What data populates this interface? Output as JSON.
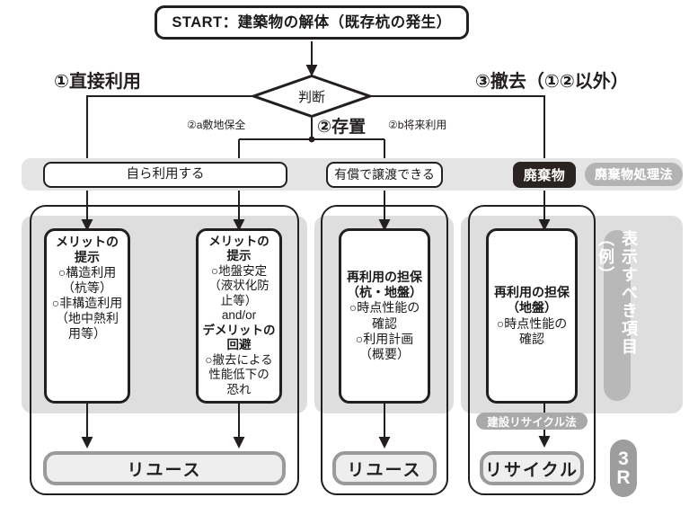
{
  "diagram": {
    "title_node": "START：建築物の解体（既存杭の発生）",
    "decision": "判断",
    "branches": {
      "left": "①直接利用",
      "middle": "②存置",
      "right": "③撤去（①②以外）",
      "sub_a": "②a敷地保全",
      "sub_b": "②b将来利用"
    },
    "status_nodes": {
      "self_use": "自ら利用する",
      "paid_transfer": "有償で譲渡できる",
      "waste": "廃棄物",
      "waste_law": "廃棄物処理法"
    },
    "detail_boxes": [
      {
        "id": "merit-structural",
        "lines": [
          {
            "text": "メリットの",
            "bold": true
          },
          {
            "text": "提示",
            "bold": true
          },
          {
            "text": "○構造利用",
            "bold": false
          },
          {
            "text": "（杭等）",
            "bold": false
          },
          {
            "text": "○非構造利用",
            "bold": false
          },
          {
            "text": "（地中熱利",
            "bold": false
          },
          {
            "text": "用等）",
            "bold": false
          }
        ]
      },
      {
        "id": "merit-ground",
        "lines": [
          {
            "text": "メリットの",
            "bold": true
          },
          {
            "text": "提示",
            "bold": true
          },
          {
            "text": "○地盤安定",
            "bold": false
          },
          {
            "text": "（液状化防",
            "bold": false
          },
          {
            "text": "止等）",
            "bold": false
          },
          {
            "text": "and/or",
            "bold": false
          },
          {
            "text": "デメリットの",
            "bold": true
          },
          {
            "text": "回避",
            "bold": true
          },
          {
            "text": "○撤去による",
            "bold": false
          },
          {
            "text": "性能低下の",
            "bold": false
          },
          {
            "text": "恐れ",
            "bold": false
          }
        ]
      },
      {
        "id": "reuse-guarantee-pile-ground",
        "lines": [
          {
            "text": "再利用の担保",
            "bold": true
          },
          {
            "text": "（杭・地盤）",
            "bold": true
          },
          {
            "text": "○時点性能の",
            "bold": false
          },
          {
            "text": "確認",
            "bold": false
          },
          {
            "text": "○利用計画",
            "bold": false
          },
          {
            "text": "（概要）",
            "bold": false
          }
        ]
      },
      {
        "id": "reuse-guarantee-ground",
        "lines": [
          {
            "text": "再利用の担保",
            "bold": true
          },
          {
            "text": "（地盤）",
            "bold": true
          },
          {
            "text": "○時点性能の",
            "bold": false
          },
          {
            "text": "確認",
            "bold": false
          }
        ]
      }
    ],
    "outcomes": {
      "reuse_left": "リユース",
      "reuse_middle": "リユース",
      "recycle": "リサイクル"
    },
    "recycle_law": "建設リサイクル法",
    "side_labels": {
      "display_items": "表示すべき項目（例）",
      "three_r_line1": "3",
      "three_r_line2": "R"
    },
    "colors": {
      "ink": "#231f1e",
      "dark_node": "#2b2321",
      "law_pill": "#b3b3b3",
      "outcome_border": "#9a9a9a",
      "outcome_fill": "#eeeeee",
      "band": "#e4e4e4",
      "side_pill": "#b8b8b8",
      "badge": "#9d9d9d"
    }
  }
}
